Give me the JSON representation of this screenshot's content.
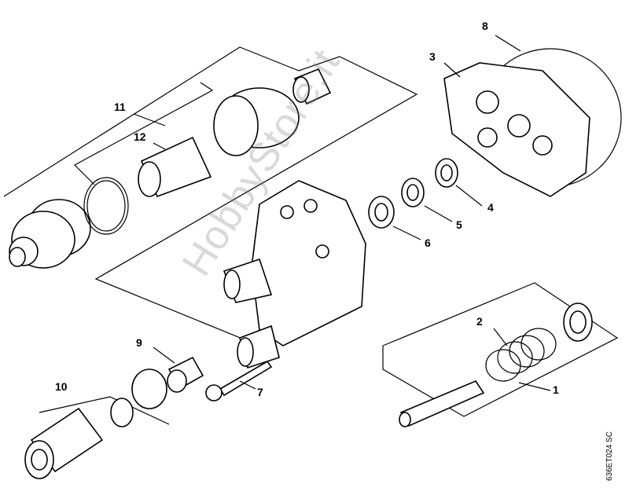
{
  "diagram": {
    "callouts": [
      {
        "id": "1",
        "label": "1"
      },
      {
        "id": "2",
        "label": "2"
      },
      {
        "id": "3",
        "label": "3"
      },
      {
        "id": "4",
        "label": "4"
      },
      {
        "id": "5",
        "label": "5"
      },
      {
        "id": "6",
        "label": "6"
      },
      {
        "id": "7",
        "label": "7"
      },
      {
        "id": "8",
        "label": "8"
      },
      {
        "id": "9",
        "label": "9"
      },
      {
        "id": "10",
        "label": "10"
      },
      {
        "id": "11",
        "label": "11"
      },
      {
        "id": "12",
        "label": "12"
      }
    ],
    "drawing_code": "636ET024 SC",
    "watermark": "HobbyStore.it"
  }
}
